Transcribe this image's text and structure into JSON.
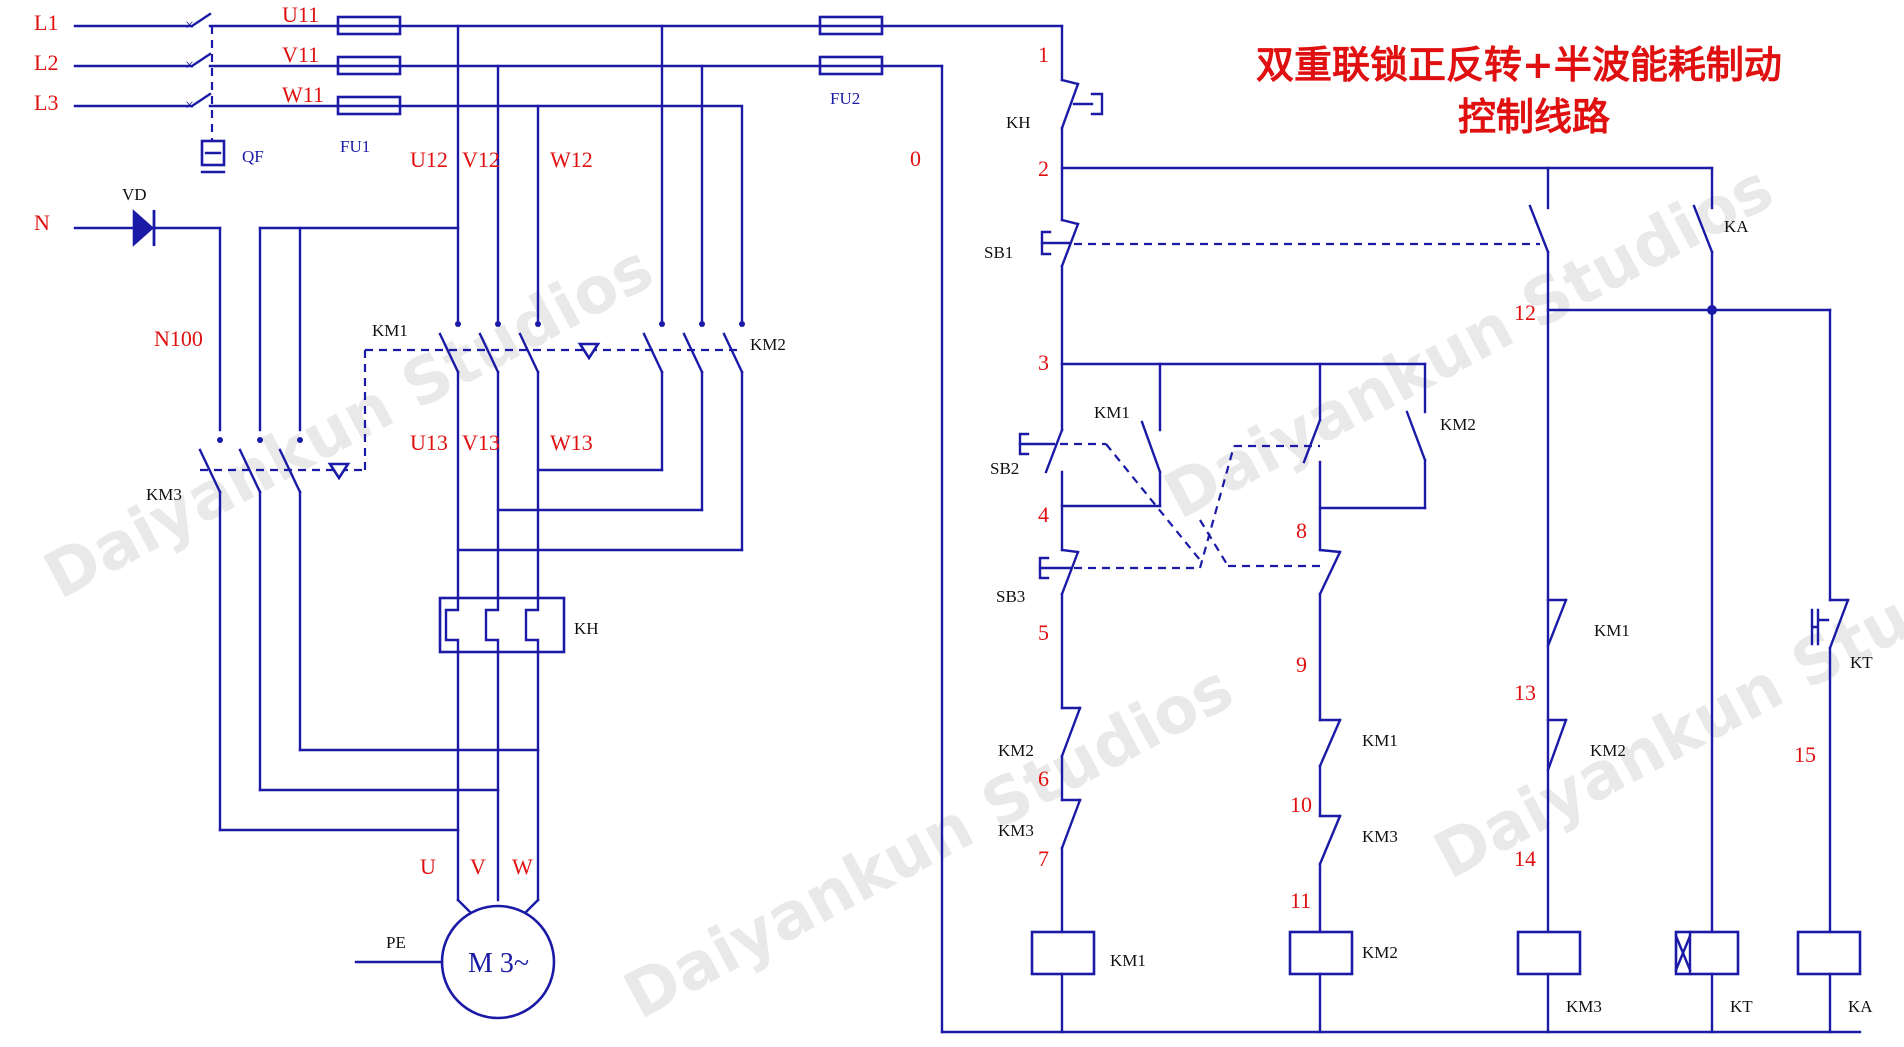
{
  "title": {
    "line1": "双重联锁正反转+半波能耗制动",
    "line2": "控制线路"
  },
  "watermark": "Daiyankun Studios",
  "power": {
    "phases": [
      "L1",
      "L2",
      "L3"
    ],
    "neutral": "N",
    "breaker": "QF",
    "fuse_main": "FU1",
    "fuse_ctrl": "FU2",
    "diode": "VD",
    "n_wire": "N100",
    "after_breaker": [
      "U11",
      "V11",
      "W11"
    ],
    "after_fuse": [
      "U12",
      "V12",
      "W12"
    ],
    "after_km": [
      "U13",
      "V13",
      "W13"
    ],
    "motor_terminals": [
      "U",
      "V",
      "W"
    ],
    "pe": "PE",
    "motor": "M 3~",
    "km1": "KM1",
    "km2": "KM2",
    "km3": "KM3",
    "kh": "KH"
  },
  "control": {
    "wire_0": "0",
    "nodes": [
      "1",
      "2",
      "3",
      "4",
      "5",
      "6",
      "7",
      "8",
      "9",
      "10",
      "11",
      "12",
      "13",
      "14",
      "15"
    ],
    "kh": "KH",
    "sb1": "SB1",
    "sb2": "SB2",
    "sb3": "SB3",
    "ka": "KA",
    "kt": "KT",
    "coil_km1": "KM1",
    "coil_km2": "KM2",
    "coil_km3": "KM3",
    "coil_kt": "KT",
    "coil_ka": "KA",
    "hold_km1": "KM1",
    "hold_km2": "KM2",
    "ilk_km2_a": "KM2",
    "ilk_km3_a": "KM3",
    "ilk_km1_b": "KM1",
    "ilk_km3_b": "KM3",
    "ilk_km1_c": "KM1",
    "ilk_km2_c": "KM2"
  },
  "colors": {
    "wire": "#1a1aa6",
    "label_red": "#e01010"
  }
}
